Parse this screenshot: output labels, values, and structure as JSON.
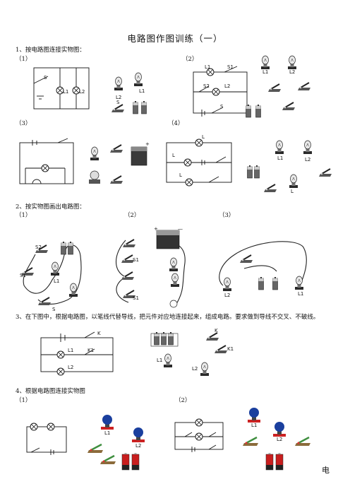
{
  "title": "电路图作图训练（一）",
  "sections": {
    "s1": {
      "heading": "1、按电路图连接实物图：",
      "p1": "（1）",
      "p2": "（2）",
      "p3": "（3）",
      "p4": "（4）"
    },
    "s2": {
      "heading": "2、按实物图画出电路图：",
      "p1": "（1）",
      "p2": "（2）",
      "p3": "（3）"
    },
    "s3": {
      "heading": "3、在下图中，根据电路图，以笔线代替导线，把元件对应地连接起来，组成电路。要求做到导线不交叉、不破线。"
    },
    "s4": {
      "heading": "4、根据电路图连接实物图",
      "p1": "（1）",
      "p2": "（2）"
    }
  },
  "component_labels": {
    "s": "S",
    "s1": "S1",
    "s2": "S2",
    "l": "L",
    "l1": "L1",
    "l2": "L2",
    "k": "K",
    "k1": "K1",
    "plus": "+",
    "minus": "—"
  },
  "footer_char": "电"
}
